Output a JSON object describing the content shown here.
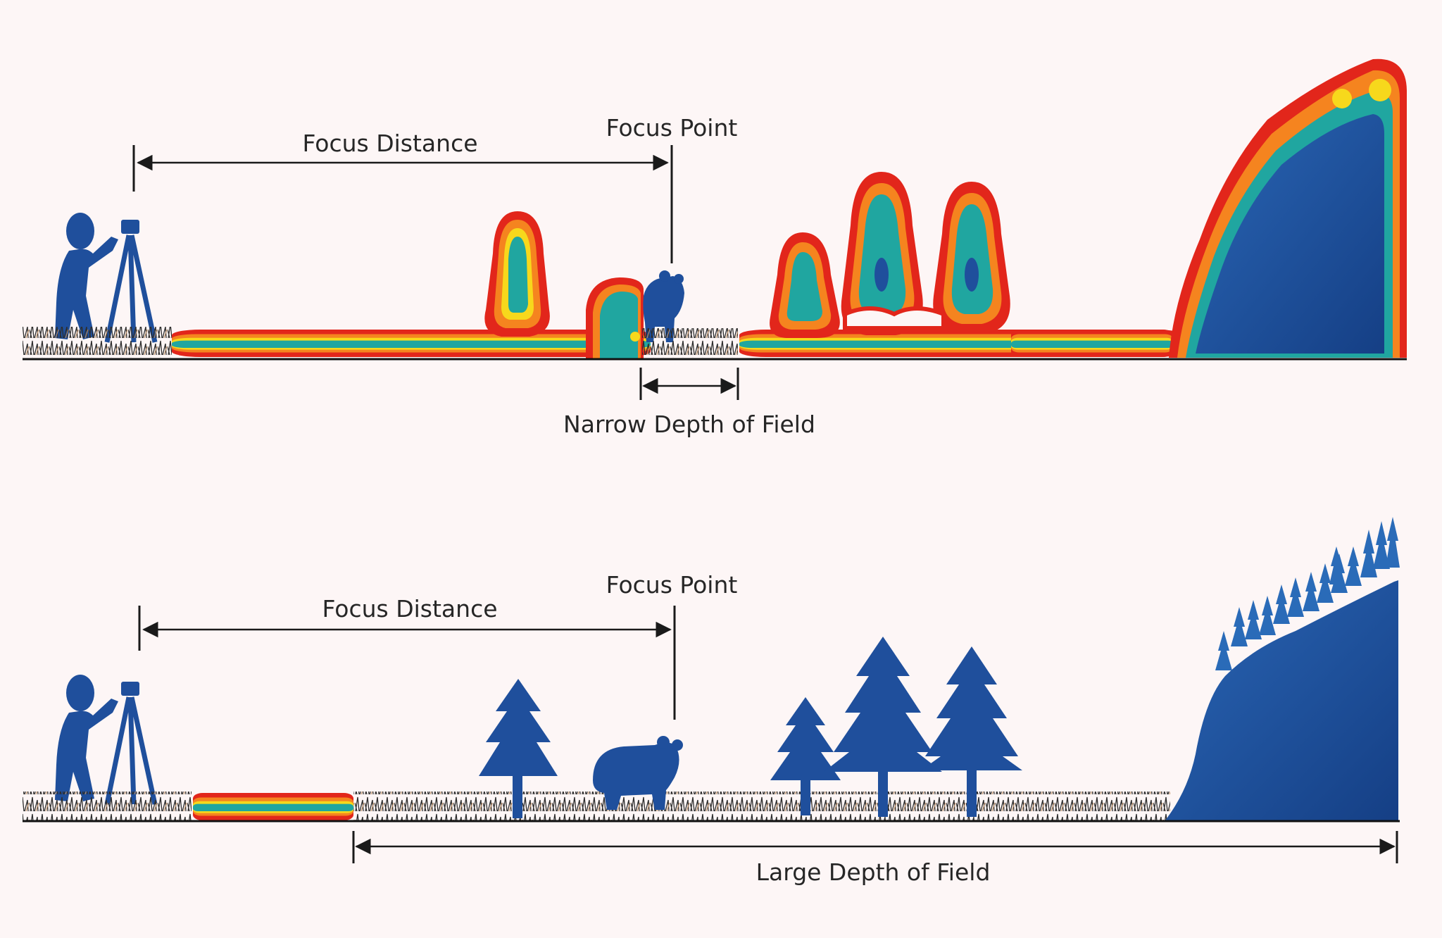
{
  "top_panel": {
    "focus_distance_label": "Focus Distance",
    "focus_point_label": "Focus Point",
    "depth_of_field_label": "Narrow Depth of Field"
  },
  "bottom_panel": {
    "focus_distance_label": "Focus Distance",
    "focus_point_label": "Focus Point",
    "depth_of_field_label": "Large Depth of Field"
  },
  "colors": {
    "background": "#fdf6f6",
    "subject_blue": "#1f4f9c",
    "blur_red": "#e2261b",
    "blur_orange": "#f5841f",
    "blur_yellow": "#f7d81c",
    "blur_teal": "#20a6a0"
  },
  "icons": [
    "photographer-icon",
    "camera-icon",
    "tripod-icon",
    "bear-icon",
    "pine-tree-icon",
    "hill-icon",
    "grass-icon"
  ]
}
